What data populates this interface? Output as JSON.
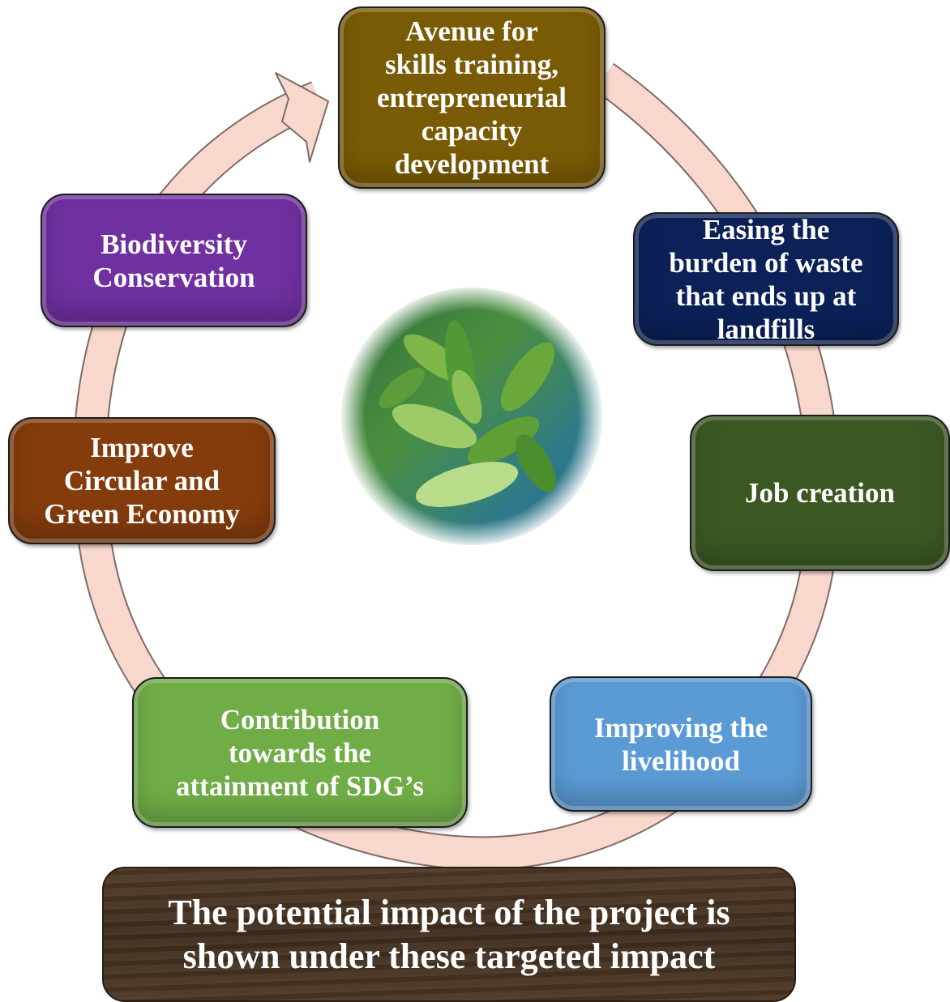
{
  "diagram": {
    "nodes": [
      {
        "id": "avenue",
        "lines": [
          "Avenue for",
          "skills training,",
          "entrepreneurial",
          "capacity",
          "development"
        ],
        "color": "#7a5b05"
      },
      {
        "id": "easing",
        "lines": [
          "Easing the",
          "burden of waste",
          "that ends up at",
          "landfills"
        ],
        "color": "#0b2158"
      },
      {
        "id": "job",
        "lines": [
          "Job creation"
        ],
        "color": "#3b5823"
      },
      {
        "id": "improving",
        "lines": [
          "Improving the",
          "livelihood"
        ],
        "color": "#5b9bd5"
      },
      {
        "id": "contribution",
        "lines": [
          "Contribution",
          "towards the",
          "attainment of SDG’s"
        ],
        "color": "#70ad47"
      },
      {
        "id": "circular",
        "lines": [
          "Improve",
          "Circular and",
          "Green Economy"
        ],
        "color": "#843c0c"
      },
      {
        "id": "biodiversity",
        "lines": [
          "Biodiversity",
          "Conservation"
        ],
        "color": "#7030a0"
      }
    ],
    "ring_color": "#f8d7cc",
    "caption_lines": [
      "The potential impact of the project is",
      "shown under these targeted impact"
    ]
  }
}
